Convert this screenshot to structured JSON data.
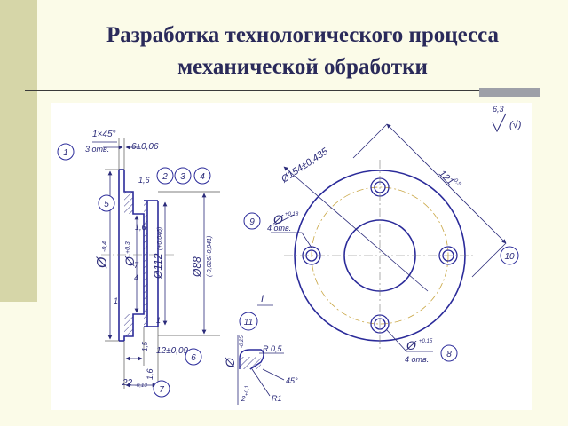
{
  "slide": {
    "title_line1": "Разработка технологического процесса",
    "title_line2": "механической обработки"
  },
  "drawing": {
    "left_view": {
      "chamfer_top": "1×45°",
      "chamfer_holes": "3 отв.",
      "thickness": "6±0,06",
      "dia_outer": "Ø",
      "dia_outer_tol": "-0,4",
      "dia_bore": "Ø",
      "dia_bore_tol": "+0,3",
      "dia_112": "Ø112",
      "dia_112_tol": "(+0,046)",
      "dia_88": "Ø88",
      "dia_88_tol": "(-0,026/-0,041)",
      "rough_a": "1,6",
      "rough_b": "1,6",
      "rough_c": "1,6",
      "dim_7": "7",
      "dim_4": "4",
      "dim_12": "12±0,09",
      "dim_22": "22",
      "dim_22_tol": "-0,13",
      "dim_15": "1,5",
      "dim_1": "1",
      "dim_1b": "1"
    },
    "front_view": {
      "roughness_general": "6,3",
      "roughness_paren": "(√)",
      "pcd": "Ø154±0,435",
      "size_121": "121",
      "size_121_tol": "-0,5",
      "hole_group1": "4 отв.",
      "hole_group1_tol": "+0,18",
      "hole_group2": "4 отв.",
      "hole_group2_tol": "+0,15"
    },
    "detail_view": {
      "label": "I",
      "radius_05": "R 0,5",
      "radius_1": "R1",
      "chamfer": "45°",
      "tol_dia": "-0,25",
      "tol_small": "+0,1",
      "dim_2": "2"
    },
    "callouts": [
      "1",
      "2",
      "3",
      "4",
      "5",
      "6",
      "7",
      "8",
      "9",
      "10",
      "11"
    ]
  }
}
